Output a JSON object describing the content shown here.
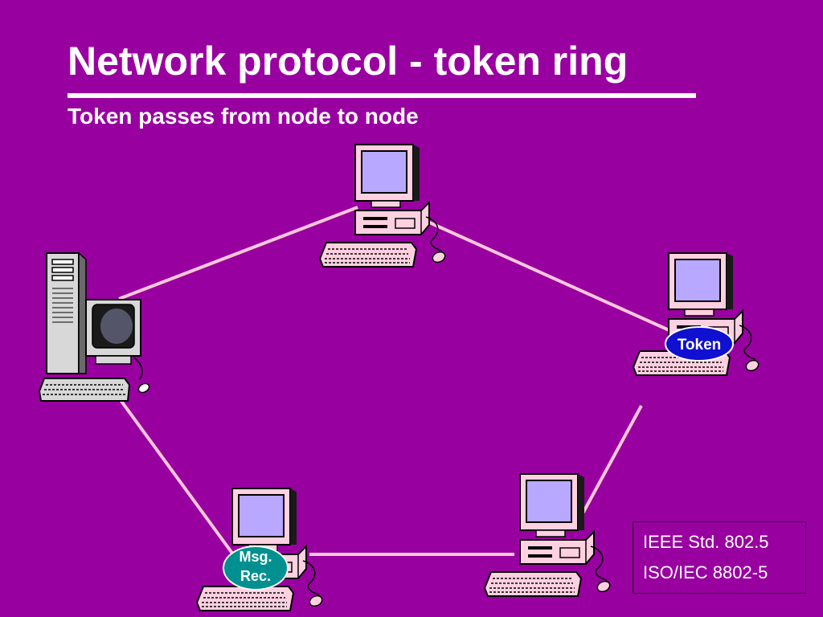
{
  "title": "Network protocol - token ring",
  "subtitle": "Token passes from node to node",
  "standards": [
    "IEEE Std. 802.5",
    "ISO/IEC 8802-5"
  ],
  "nodes": [
    {
      "id": "server",
      "kind": "server",
      "badge": null
    },
    {
      "id": "top",
      "kind": "desktop",
      "badge": null
    },
    {
      "id": "right",
      "kind": "desktop",
      "badge": "Token"
    },
    {
      "id": "bottom-right",
      "kind": "desktop",
      "badge": null
    },
    {
      "id": "bottom-left",
      "kind": "desktop",
      "badge": [
        "Msg.",
        "Rec."
      ]
    }
  ],
  "ring": [
    [
      "top",
      "right"
    ],
    [
      "right",
      "bottom-right"
    ],
    [
      "bottom-right",
      "bottom-left"
    ],
    [
      "bottom-left",
      "server"
    ],
    [
      "server",
      "top"
    ]
  ],
  "colors": {
    "background": "#9900a0",
    "ring_line": "#ffc8d8",
    "token_badge": "#1010d0",
    "msg_badge": "#009090",
    "screen": "#b8a8ff",
    "computer_body": "#ffd0e0"
  }
}
